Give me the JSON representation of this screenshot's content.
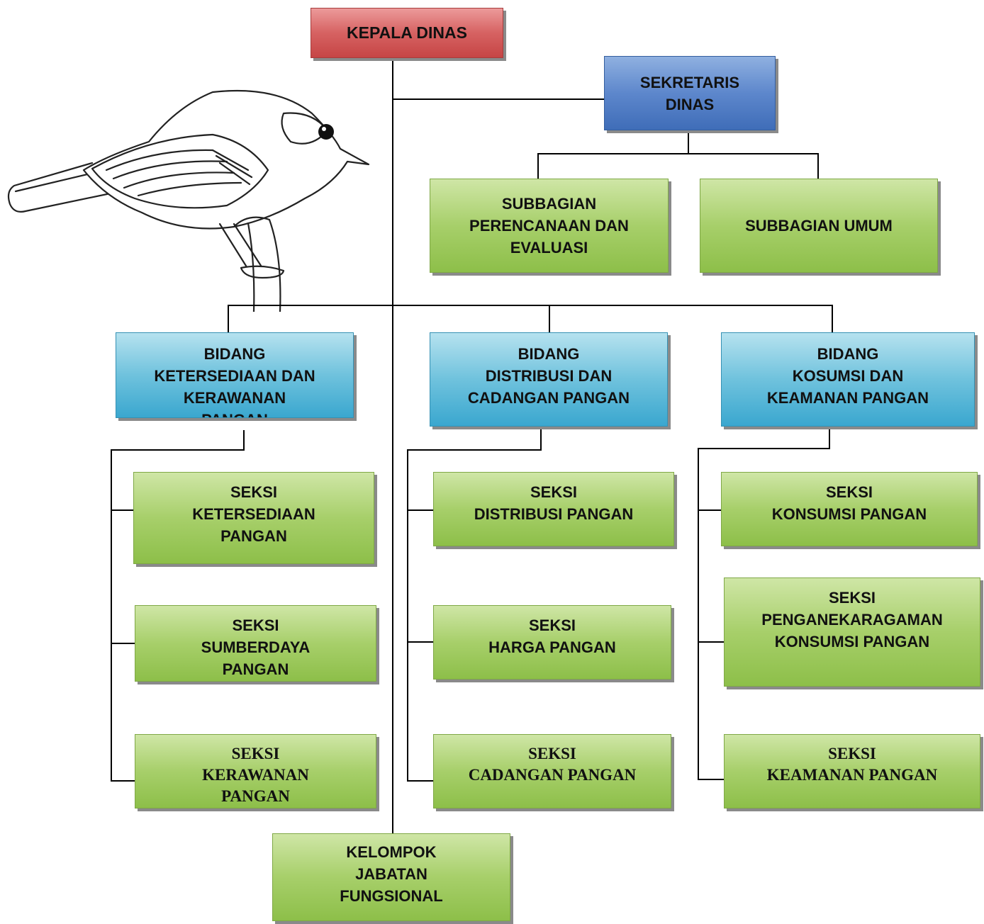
{
  "org_chart": {
    "head": "KEPALA DINAS",
    "secretary": "SEKRETARIS\nDINAS",
    "subsections": [
      "SUBBAGIAN\nPERENCANAAN DAN\nEVALUASI",
      "SUBBAGIAN UMUM"
    ],
    "divisions": [
      "BIDANG\nKETERSEDIAAN DAN\nKERAWANAN\nPANGAN",
      "BIDANG\nDISTRIBUSI DAN\nCADANGAN PANGAN",
      "BIDANG\nKOSUMSI DAN\nKEAMANAN PANGAN"
    ],
    "sections_col1": [
      "SEKSI\nKETERSEDIAAN\nPANGAN",
      "SEKSI\nSUMBERDAYA\nPANGAN",
      "SEKSI\nKERAWANAN\nPANGAN"
    ],
    "sections_col2": [
      "SEKSI\nDISTRIBUSI PANGAN",
      "SEKSI\nHARGA PANGAN",
      "SEKSI\nCADANGAN PANGAN"
    ],
    "sections_col3": [
      "SEKSI\nKONSUMSI PANGAN",
      "SEKSI\nPENGANEKARAGAMAN\nKONSUMSI PANGAN",
      "SEKSI\nKEAMANAN  PANGAN"
    ],
    "functional_group": "KELOMPOK\nJABATAN\nFUNGSIONAL"
  },
  "colors": {
    "head": "#d05656",
    "secretary": "#5a86cc",
    "division": "#5cbbdc",
    "section": "#a4cd68"
  },
  "decoration": "bird-illustration"
}
